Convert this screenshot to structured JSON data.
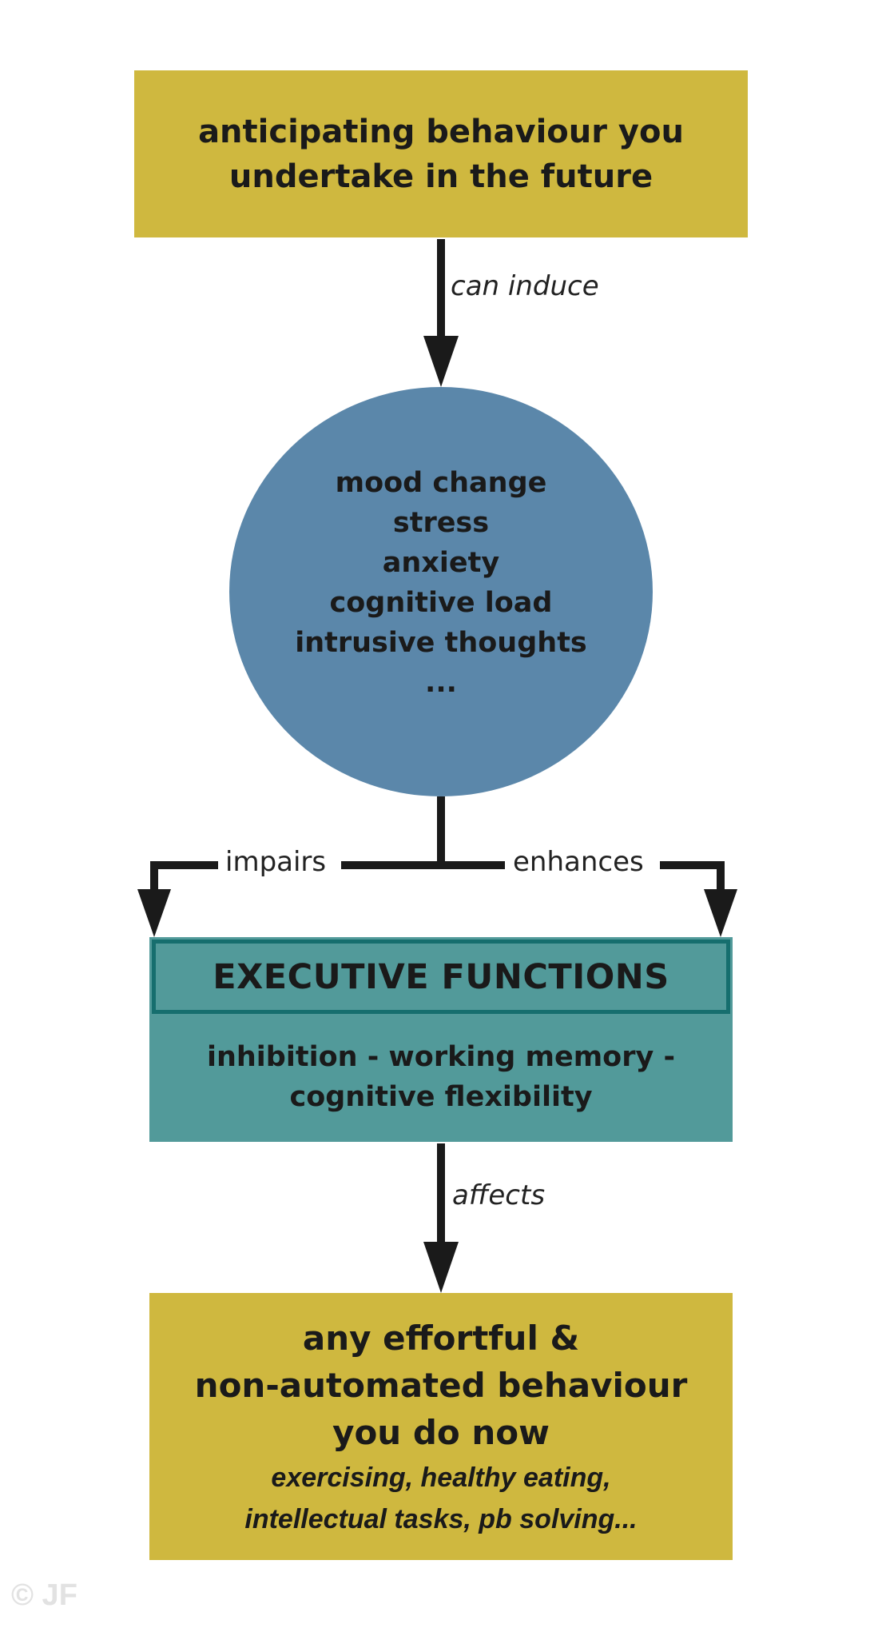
{
  "top_box": {
    "lines": [
      "anticipating behaviour you",
      "undertake in the future"
    ]
  },
  "edges": {
    "can_induce": "can induce",
    "impairs": "impairs",
    "enhances": "enhances",
    "affects": "affects"
  },
  "circle": {
    "items": [
      "mood change",
      "stress",
      "anxiety",
      "cognitive load",
      "intrusive thoughts",
      "..."
    ]
  },
  "executive": {
    "title": "EXECUTIVE FUNCTIONS",
    "lines": [
      "inhibition - working memory -",
      "cognitive flexibility"
    ]
  },
  "bottom_box": {
    "main_lines": [
      "any effortful &",
      "non-automated behaviour",
      "you do now"
    ],
    "example_lines": [
      "exercising, healthy eating,",
      "intellectual tasks, pb solving..."
    ]
  },
  "copyright": "© JF",
  "colors": {
    "gold": "#cfb83f",
    "blue": "#5b87aa",
    "teal": "#529a9a",
    "teal_border": "#166e6e",
    "arrow": "#1a1a1a"
  }
}
